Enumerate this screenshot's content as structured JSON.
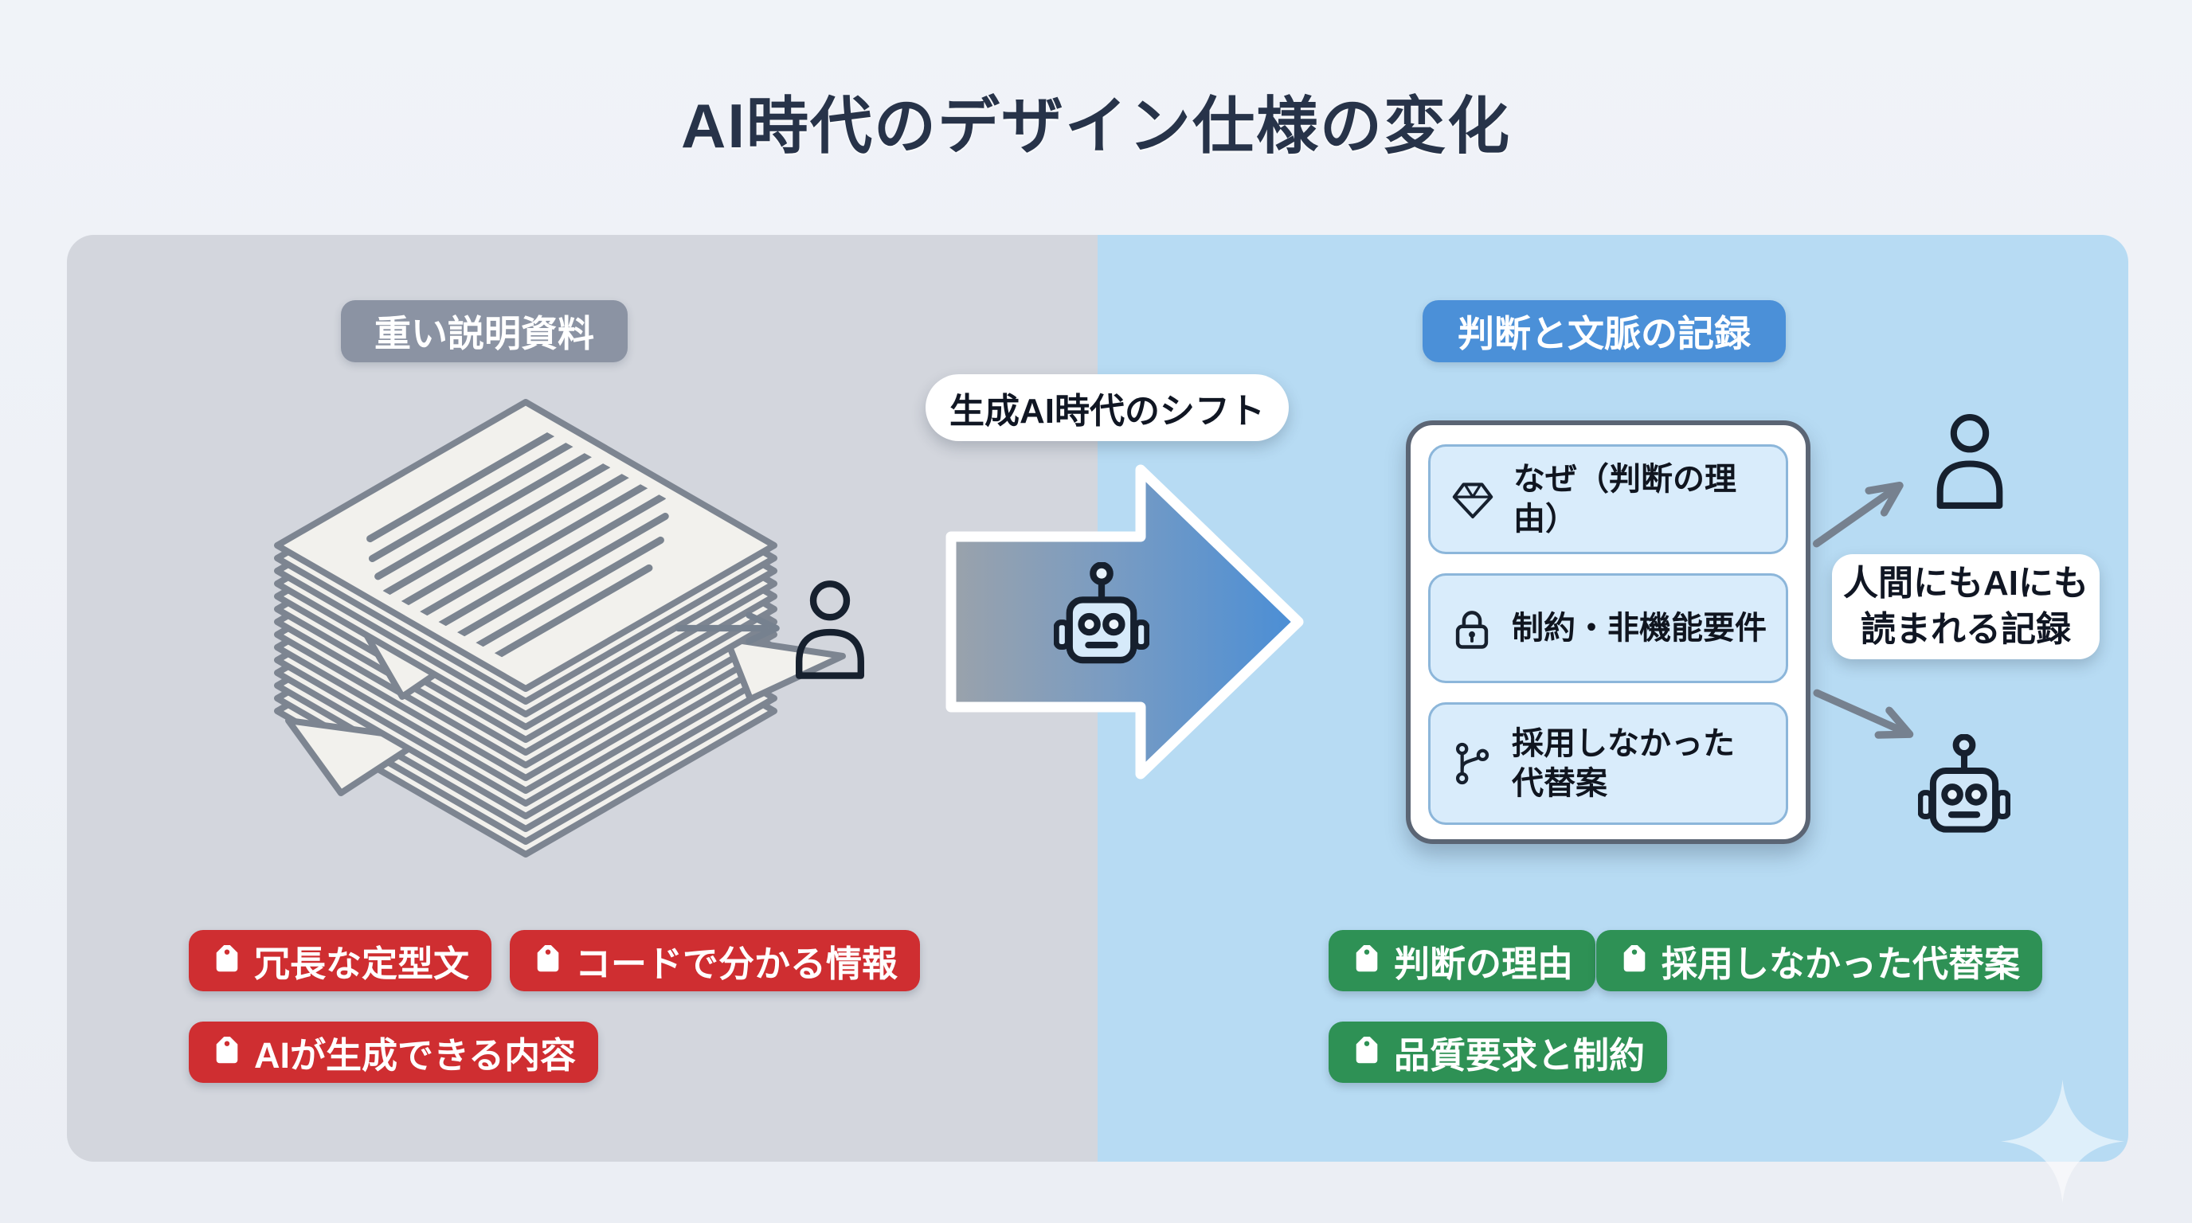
{
  "title": "AI時代のデザイン仕様の変化",
  "left_panel": {
    "heading": "重い説明資料",
    "tags": [
      {
        "icon": "tag-icon",
        "label": "冗長な定型文"
      },
      {
        "icon": "tag-icon",
        "label": "コードで分かる情報"
      },
      {
        "icon": "tag-icon",
        "label": "AIが生成できる内容"
      }
    ]
  },
  "center": {
    "shift_label": "生成AI時代のシフト"
  },
  "right_panel": {
    "heading": "判断と文脈の記録",
    "card": {
      "items": [
        {
          "icon": "gem-icon",
          "label": "なぜ（判断の理由）"
        },
        {
          "icon": "lock-icon",
          "label": "制約・非機能要件"
        },
        {
          "icon": "git-branch-icon",
          "label_line1": "採用しなかった",
          "label_line2": "代替案"
        }
      ]
    },
    "readers_label": {
      "line1": "人間にもAIにも",
      "line2": "読まれる記録"
    },
    "tags": [
      {
        "icon": "tag-icon",
        "label": "判断の理由"
      },
      {
        "icon": "tag-icon",
        "label": "採用しなかった代替案"
      },
      {
        "icon": "tag-icon",
        "label": "品質要求と制約"
      }
    ]
  },
  "colors": {
    "title_text": "#273349",
    "panel_gray": "#d3d6dd",
    "panel_blue": "#b7dbf3",
    "badge_gray": "#8b93a3",
    "badge_blue": "#4b90d8",
    "tag_red": "#cf2e31",
    "tag_green": "#2e9155",
    "card_border": "#5b6574",
    "item_box_bg": "#d9ecfb",
    "item_box_border": "#8cb6da",
    "icon_dark": "#16202e",
    "arrow_gradient_start": "#9aa2ab",
    "arrow_gradient_end": "#4a8ed6"
  }
}
